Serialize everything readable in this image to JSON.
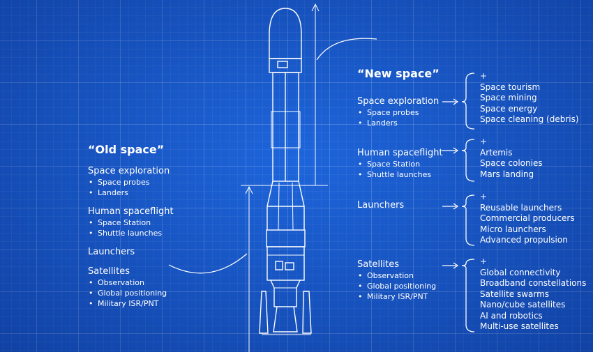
{
  "old_space": {
    "title": "“Old space”",
    "groups": [
      {
        "label": "Space exploration",
        "items": [
          "Space probes",
          "Landers"
        ]
      },
      {
        "label": "Human spaceflight",
        "items": [
          "Space Station",
          "Shuttle launches"
        ]
      },
      {
        "label": "Launchers",
        "items": []
      },
      {
        "label": "Satellites",
        "items": [
          "Observation",
          "Global positioning",
          "Military ISR/PNT"
        ]
      }
    ]
  },
  "new_space": {
    "title": "“New space”",
    "groups": [
      {
        "label": "Space exploration",
        "items": [
          "Space probes",
          "Landers"
        ],
        "plus": "+",
        "additions": [
          "Space tourism",
          "Space mining",
          "Space energy",
          "Space cleaning (debris)"
        ]
      },
      {
        "label": "Human spaceflight",
        "items": [
          "Space Station",
          "Shuttle launches"
        ],
        "plus": "+",
        "additions": [
          "Artemis",
          "Space colonies",
          "Mars landing"
        ]
      },
      {
        "label": "Launchers",
        "items": [],
        "plus": "+",
        "additions": [
          "Reusable launchers",
          "Commercial producers",
          "Micro launchers",
          "Advanced propulsion"
        ]
      },
      {
        "label": "Satellites",
        "items": [
          "Observation",
          "Global positioning",
          "Military ISR/PNT"
        ],
        "plus": "+",
        "additions": [
          "Global connectivity",
          "Broadband constellations",
          "Satellite swarms",
          "Nano/cube satellites",
          "AI and robotics",
          "Multi-use satellites"
        ]
      }
    ]
  },
  "colors": {
    "background": "#1a5fd0",
    "line": "#ffffff"
  }
}
